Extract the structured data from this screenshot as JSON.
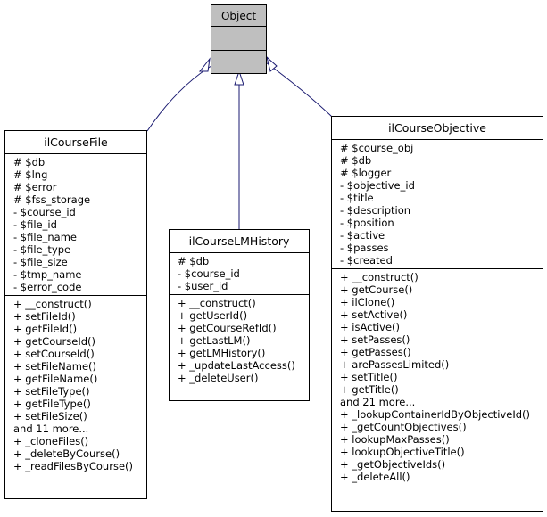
{
  "base_class": {
    "name": "Object"
  },
  "classes": [
    {
      "id": "file",
      "name": "ilCourseFile",
      "attributes": [
        "# $db",
        "# $lng",
        "# $error",
        "# $fss_storage",
        "- $course_id",
        "- $file_id",
        "- $file_name",
        "- $file_type",
        "- $file_size",
        "- $tmp_name",
        "- $error_code"
      ],
      "methods": [
        "+ __construct()",
        "+ setFileId()",
        "+ getFileId()",
        "+ getCourseId()",
        "+ setCourseId()",
        "+ setFileName()",
        "+ getFileName()",
        "+ setFileType()",
        "+ getFileType()",
        "+ setFileSize()",
        "and 11 more...",
        "+ _cloneFiles()",
        "+ _deleteByCourse()",
        "+ _readFilesByCourse()"
      ]
    },
    {
      "id": "lm",
      "name": "ilCourseLMHistory",
      "attributes": [
        "# $db",
        "- $course_id",
        "- $user_id"
      ],
      "methods": [
        "+ __construct()",
        "+ getUserId()",
        "+ getCourseRefId()",
        "+ getLastLM()",
        "+ getLMHistory()",
        "+ _updateLastAccess()",
        "+ _deleteUser()"
      ]
    },
    {
      "id": "obj",
      "name": "ilCourseObjective",
      "attributes": [
        "# $course_obj",
        "# $db",
        "# $logger",
        "- $objective_id",
        "- $title",
        "- $description",
        "- $position",
        "- $active",
        "- $passes",
        "- $created"
      ],
      "methods": [
        "+ __construct()",
        "+ getCourse()",
        "+ ilClone()",
        "+ setActive()",
        "+ isActive()",
        "+ setPasses()",
        "+ getPasses()",
        "+ arePassesLimited()",
        "+ setTitle()",
        "+ getTitle()",
        "and 21 more...",
        "+ _lookupContainerIdByObjectiveId()",
        "+ _getCountObjectives()",
        "+ lookupMaxPasses()",
        "+ lookupObjectiveTitle()",
        "+ _getObjectiveIds()",
        "+ _deleteAll()"
      ]
    }
  ],
  "edge_color": "#191970"
}
